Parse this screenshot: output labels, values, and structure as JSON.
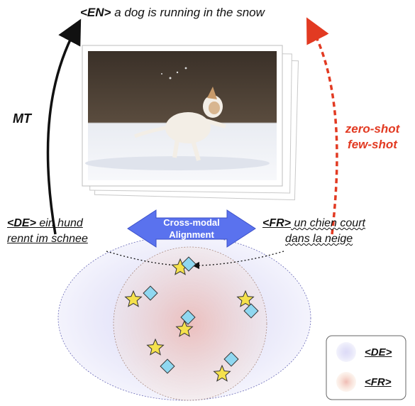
{
  "top_caption": {
    "tag": "<EN>",
    "text": " a dog is running in the snow"
  },
  "left_arrow_label": "MT",
  "right_arrow_labels": [
    "zero-shot",
    "few-shot"
  ],
  "de_caption": {
    "tag": "<DE>",
    "lines": [
      " ein hund",
      "rennt im schnee"
    ]
  },
  "fr_caption": {
    "tag": "<FR>",
    "lines": [
      " un chien court",
      "dans la neige"
    ]
  },
  "center_banner": [
    "Cross-modal",
    "Alignment"
  ],
  "legend": [
    {
      "marker": "star",
      "label": "<DE>"
    },
    {
      "marker": "diamond",
      "label": "<FR>"
    }
  ],
  "colors": {
    "mt_arrow": "#111111",
    "zero_shot_arrow": "#e23a22",
    "banner": "#5a72ee",
    "star_fill": "#f5e14c",
    "diamond_fill": "#8fd7f0",
    "de_space": "#c9c8f2",
    "fr_space": "#f4cdb8"
  },
  "icons": [
    "star-marker",
    "diamond-marker",
    "dog-photo"
  ]
}
